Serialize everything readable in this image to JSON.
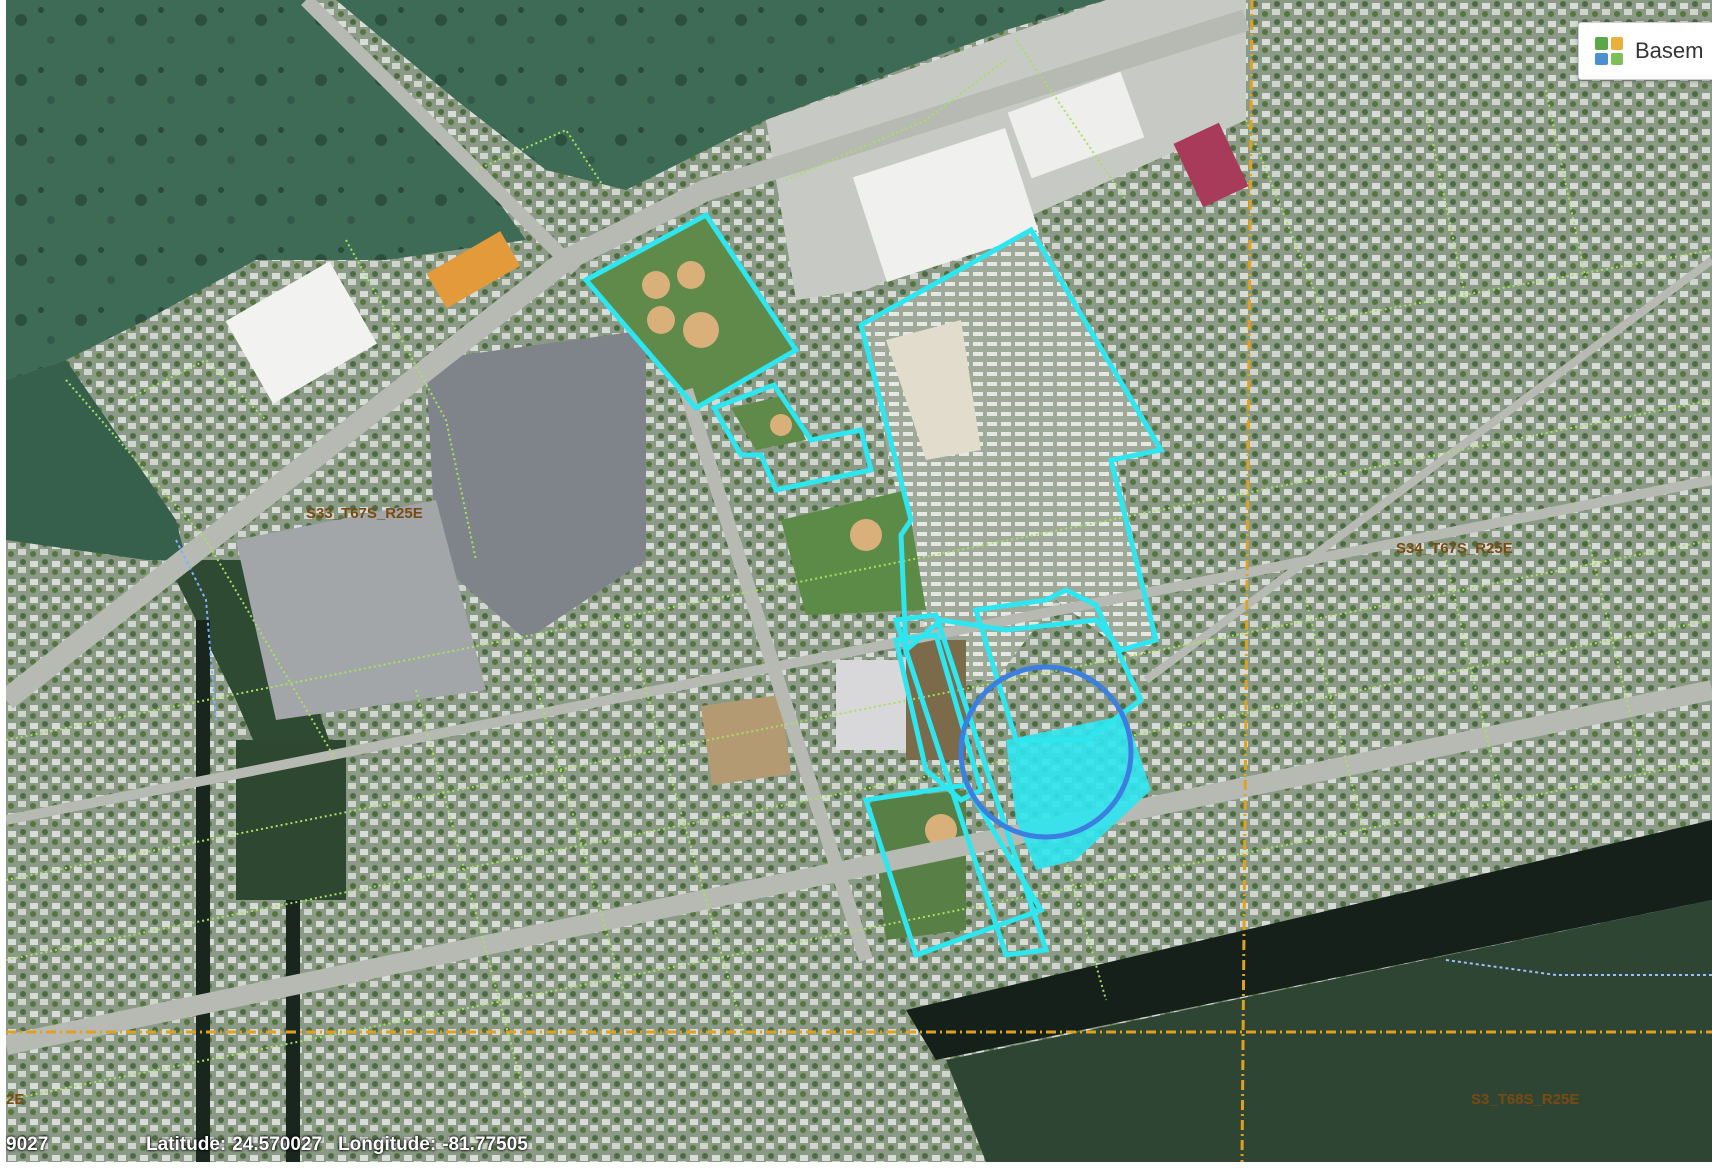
{
  "basemap_control": {
    "label": "Basem",
    "icon": "basemap-grid-icon",
    "icon_colors": [
      "#5aa84a",
      "#e8b23a",
      "#4a8fd0",
      "#7fbf5a"
    ]
  },
  "section_labels": [
    {
      "id": "s33",
      "text": "S33_T67S_R25E"
    },
    {
      "id": "s34",
      "text": "S34_T67S_R25E"
    },
    {
      "id": "s3",
      "text": "S3_T68S_R25E"
    },
    {
      "id": "s_left",
      "text": "2E"
    }
  ],
  "coordinates": {
    "prefix": "9027",
    "latitude_label": "Latitude:",
    "latitude_value": "24.570027",
    "longitude_label": "Longitude:",
    "longitude_value": "-81.77505"
  },
  "colors": {
    "water": "#2f5a47",
    "highlight_parcel": "#2ee6f0",
    "selection_circle": "#3b7fe0",
    "section_line": "#e0a020",
    "parcel_line": "#a8e060"
  }
}
